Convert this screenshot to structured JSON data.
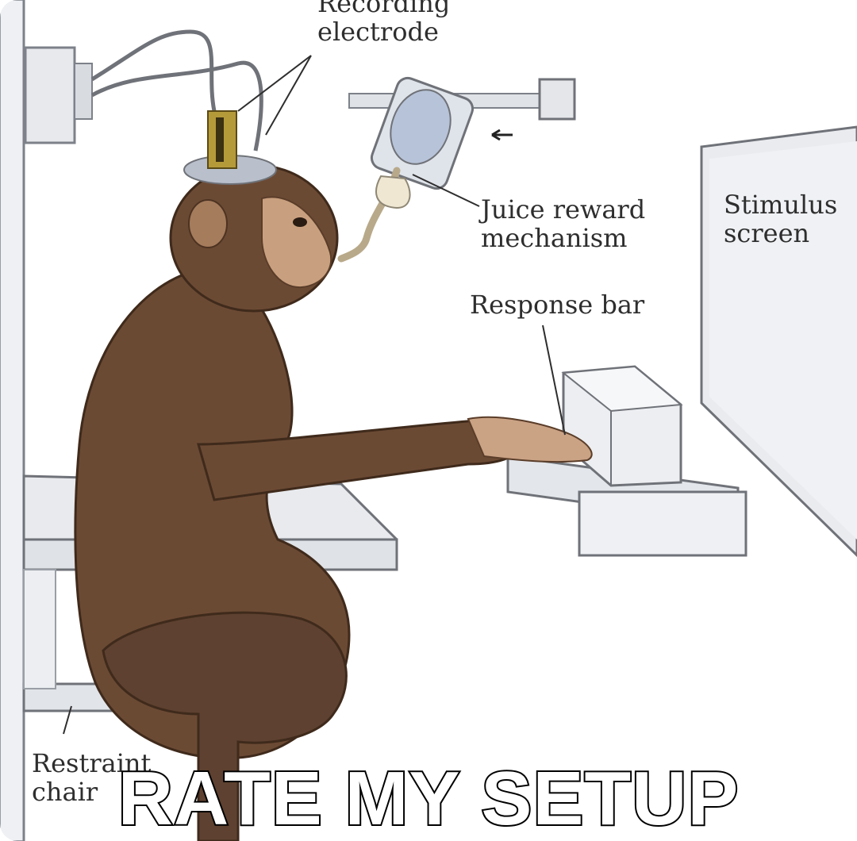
{
  "labels": {
    "recording_electrode": [
      "Recording",
      "electrode"
    ],
    "juice_reward": [
      "Juice reward",
      "mechanism"
    ],
    "response_bar": "Response bar",
    "stimulus_screen": [
      "Stimulus",
      "screen"
    ],
    "restraint_chair": [
      "Restraint",
      "chair"
    ]
  },
  "caption": "RATE MY SETUP",
  "colors": {
    "fur": "#6b4a34",
    "fur_shadow": "#4d3322",
    "face": "#c9a07f",
    "equipment": "#e4e6ea",
    "outline": "#6f7278",
    "caption_fill": "#ffffff",
    "caption_stroke": "#000000"
  }
}
